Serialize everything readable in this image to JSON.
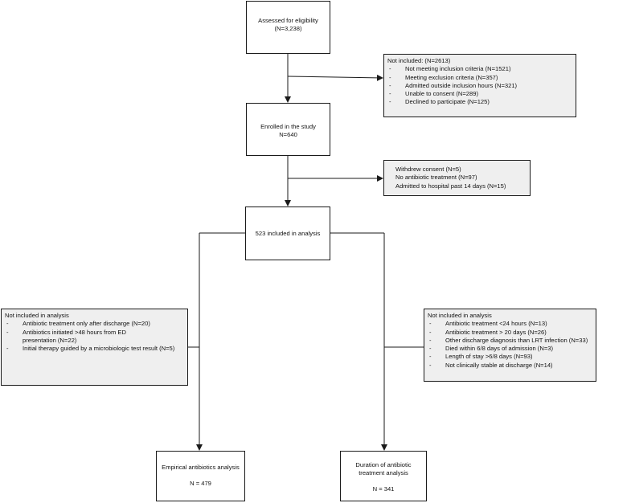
{
  "assessed": {
    "title": "Assessed for eligibility",
    "count": "(N=3,238)"
  },
  "not_included": {
    "title": "Not included: (N=2613)",
    "items": [
      "Not meeting inclusion criteria (N=1521)",
      "Meeting exclusion criteria (N=357)",
      "Admitted outside inclusion hours (N=321)",
      "Unable to consent (N=289)",
      "Declined to participate (N=125)"
    ]
  },
  "enrolled": {
    "title": "Enrolled in the study",
    "count": "N=640"
  },
  "withdrew": {
    "lines": [
      "Withdrew consent (N=5)",
      "No antibiotic treatment (N=97)",
      "Admitted to hospital past 14 days (N=15)"
    ]
  },
  "included": {
    "title": "523 included in analysis"
  },
  "left_excluded": {
    "title": "Not included in analysis",
    "items": [
      "Antibiotic treatment only after discharge (N=20)",
      "Antibiotics initiated >48 hours from ED presentation (N=22)",
      "Initial therapy guided by a microbiologic test result (N=5)"
    ]
  },
  "right_excluded": {
    "title": "Not included in analysis",
    "items": [
      "Antibiotic treatment <24 hours (N=13)",
      "Antibiotic treatment > 20 days (N=26)",
      "Other discharge diagnosis than LRT infection (N=33)",
      "Died within 6/8 days of admission (N=3)",
      "Length of stay >6/8 days (N=93)",
      "Not clinically stable at discharge (N=14)"
    ]
  },
  "empirical": {
    "title": "Empirical antibiotics analysis",
    "count": "N = 479"
  },
  "duration": {
    "title_1": "Duration of antibiotic",
    "title_2": "treatment analysis",
    "count": "N = 341"
  },
  "colors": {
    "line": "#1a1a1a",
    "grey_box": "#efefef",
    "white_box": "#ffffff"
  }
}
